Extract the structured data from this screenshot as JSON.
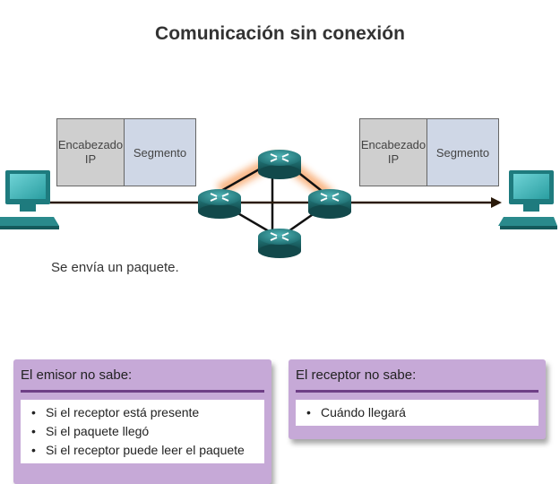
{
  "title": "Comunicación sin conexión",
  "packet_left": {
    "header": "Encabezado IP",
    "segment": "Segmento"
  },
  "packet_right": {
    "header": "Encabezado IP",
    "segment": "Segmento"
  },
  "caption": "Se envía un paquete.",
  "sender_panel": {
    "title": "El emisor no sabe:",
    "items": [
      "Si el receptor está presente",
      "Si el paquete llegó",
      "Si el receptor puede leer el paquete"
    ]
  },
  "receiver_panel": {
    "title": "El receptor no sabe:",
    "items": [
      "Cuándo llegará"
    ]
  },
  "colors": {
    "path_highlight": "#f47b20",
    "router": "#2a8a8c",
    "panel_bg": "#c6a9d7",
    "panel_rule": "#6e3f86"
  },
  "icons": [
    "computer-icon",
    "router-icon",
    "arrow-icon"
  ]
}
